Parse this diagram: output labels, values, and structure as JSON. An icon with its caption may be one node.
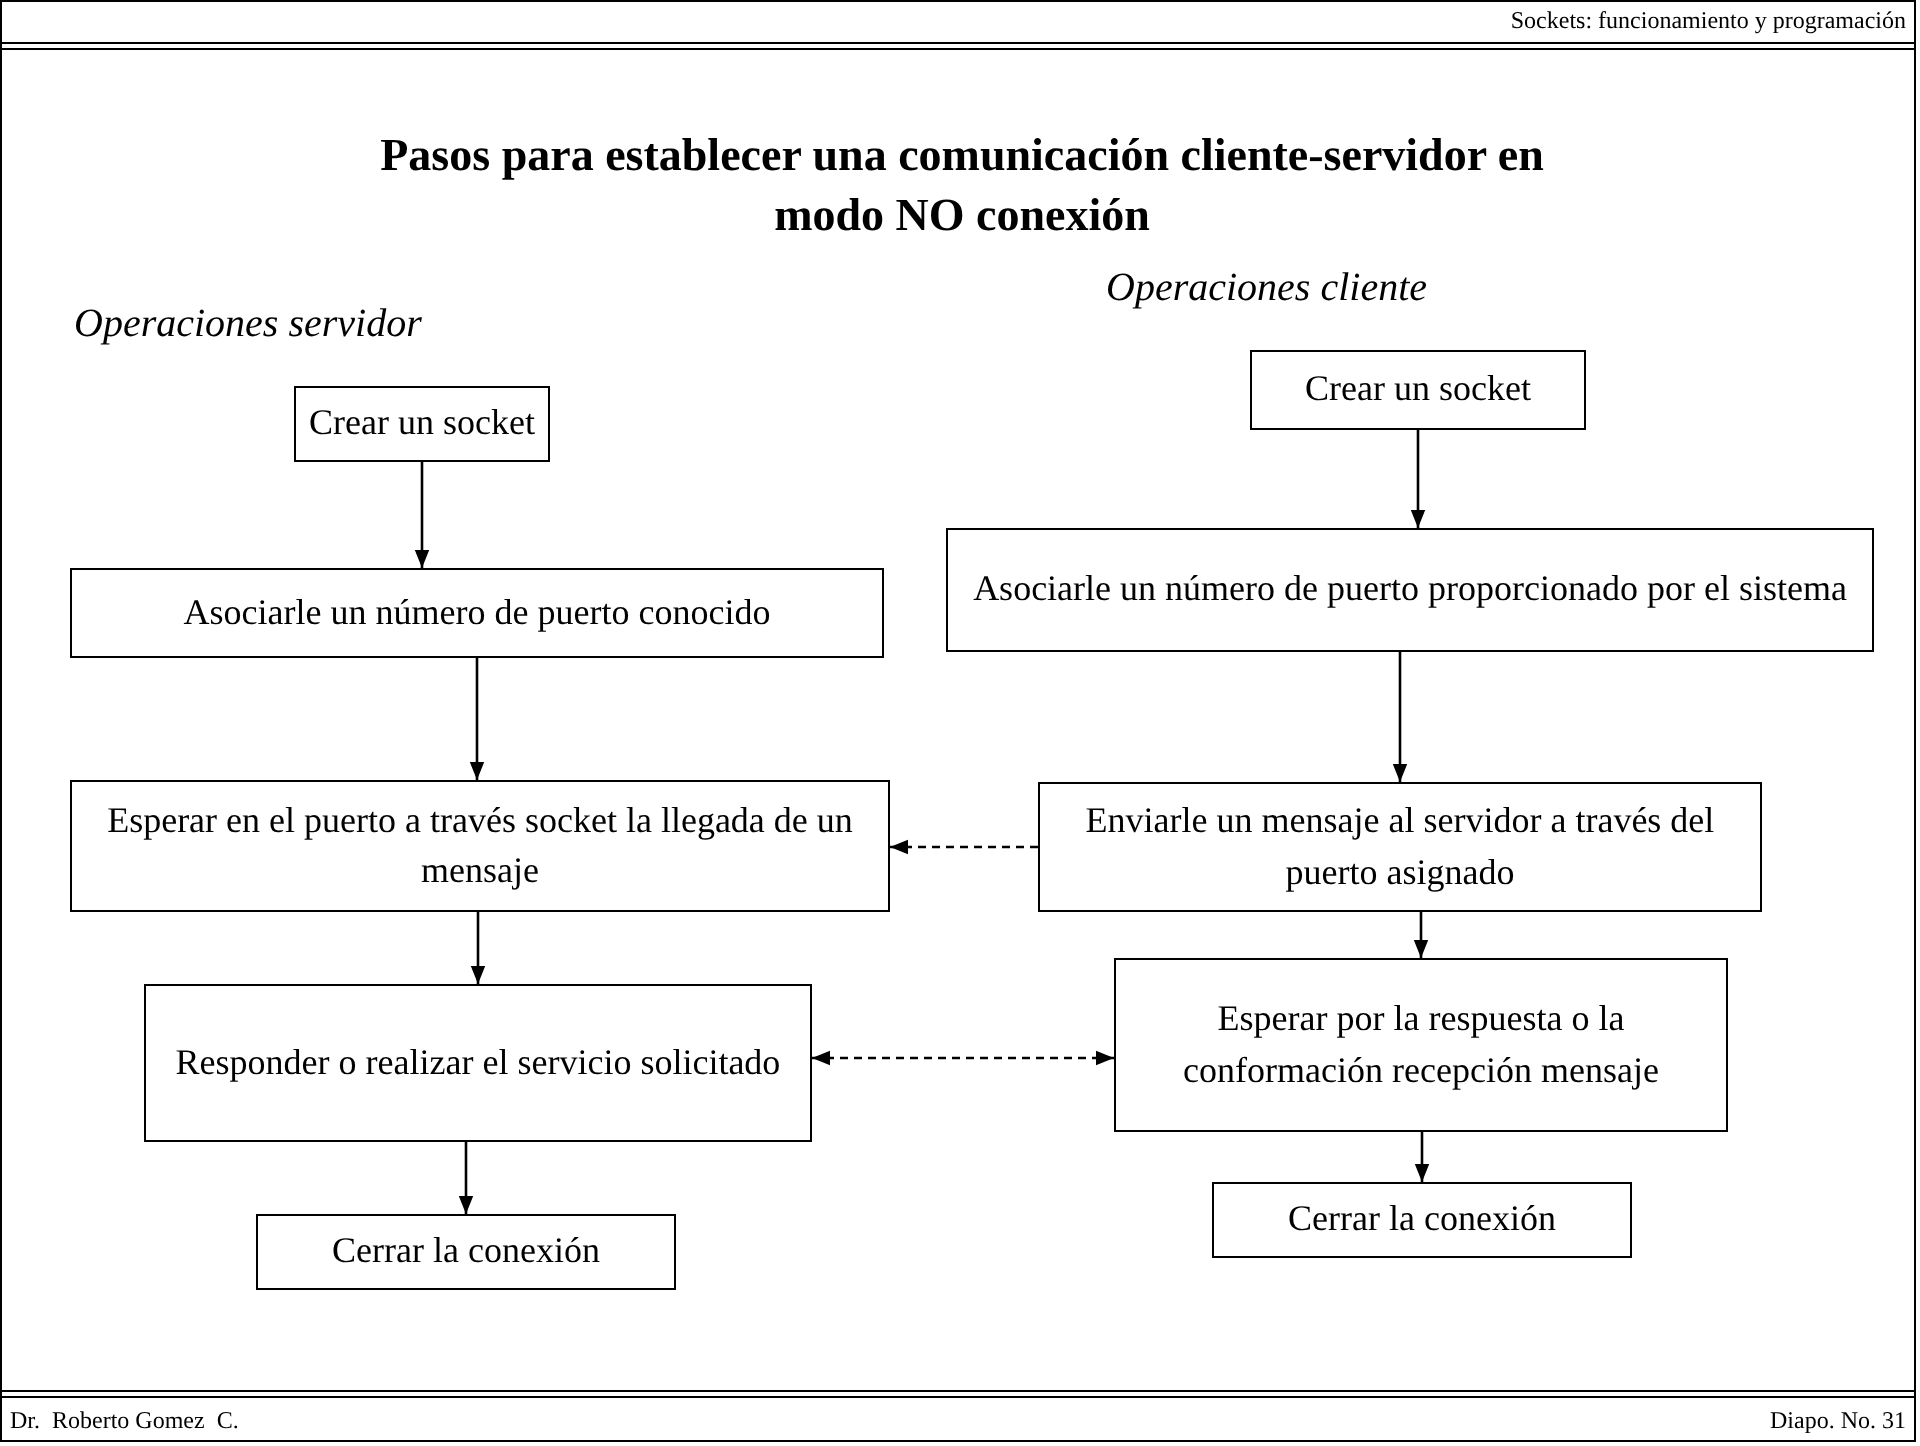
{
  "diagram": {
    "title": "Pasos para establecer una comunicación cliente-servidor en modo NO conexión",
    "nodes": [
      {
        "text": [
          "Crear un socket"
        ]
      },
      {
        "text": [
          "Asociarle un número de puerto conocido"
        ]
      },
      {
        "text": [
          "Esperar en el puerto a través socket la llegada de un mensaje"
        ]
      },
      {
        "text": [
          "Responder o realizar el servicio solicitado"
        ]
      },
      {
        "text": [
          "Cerrar la conexión"
        ]
      },
      {
        "text": [
          "Crear un socket"
        ]
      },
      {
        "text": [
          "Asociarle un número de puerto proporcionado por el sistema"
        ]
      },
      {
        "text": [
          "Enviarle un mensaje al servidor a través del puerto asignado"
        ]
      },
      {
        "text": [
          "Esperar por la respuesta o la conformación recepción mensaje"
        ]
      },
      {
        "text": [
          "Cerrar la conexión"
        ]
      }
    ],
    "edges": [
      {
        "from": 0,
        "to": 1,
        "arrow": "to"
      },
      {
        "from": 1,
        "to": 2,
        "arrow": "to"
      },
      {
        "from": 2,
        "to": 3,
        "arrow": "to"
      },
      {
        "from": 3,
        "to": 4,
        "arrow": "to"
      },
      {
        "from": 5,
        "to": 6,
        "arrow": "to"
      },
      {
        "from": 6,
        "to": 7,
        "arrow": "to"
      },
      {
        "from": 7,
        "to": 8,
        "arrow": "to"
      },
      {
        "from": 8,
        "to": 9,
        "arrow": "to"
      },
      {
        "from": 7,
        "to": 2,
        "arrow": "to",
        "style": "dashed"
      },
      {
        "from": 3,
        "to": 8,
        "arrow": "both",
        "style": "dashed"
      }
    ],
    "labels": [
      "Sockets: funcionamiento y programación",
      "Operaciones servidor",
      "Operaciones cliente",
      "Dr.  Roberto Gomez  C.",
      "Diapo. No. 31"
    ]
  }
}
